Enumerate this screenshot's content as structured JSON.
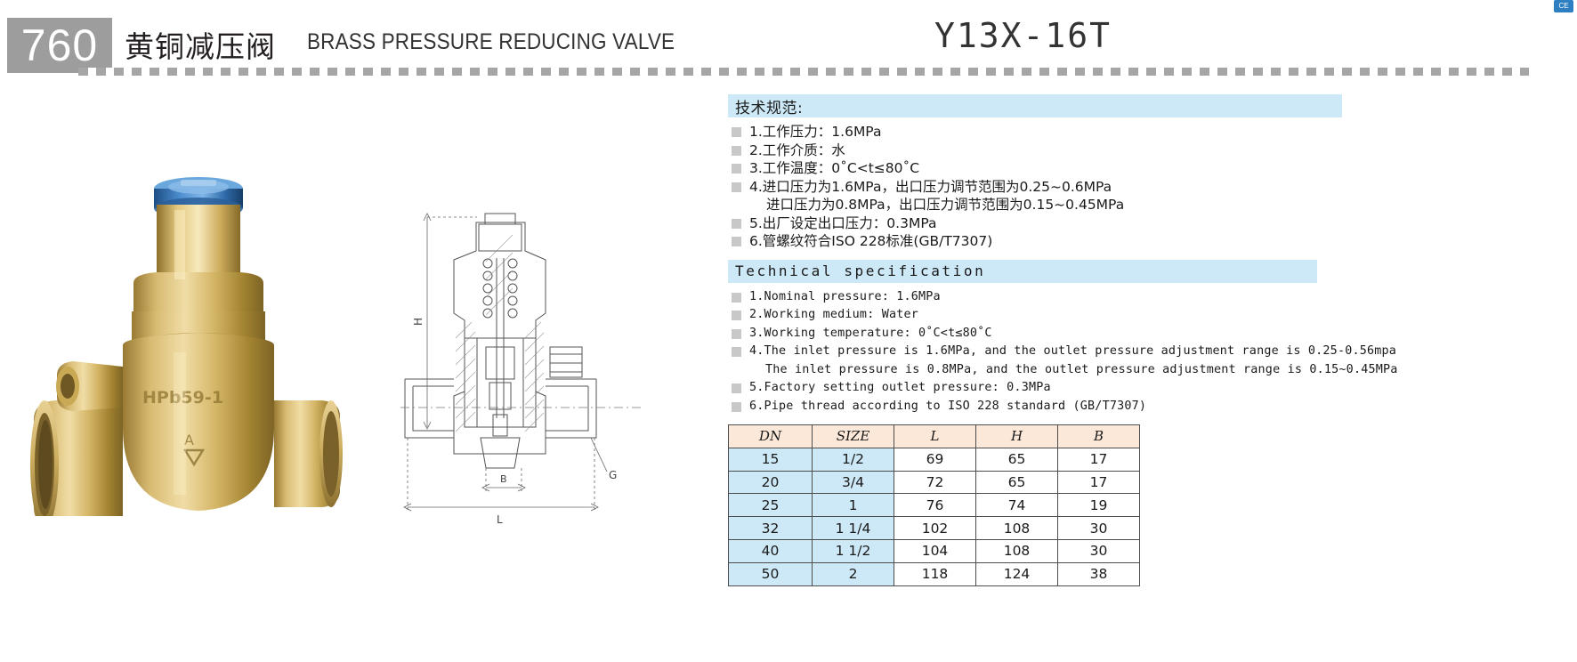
{
  "header": {
    "number": "760",
    "title_cn": "黄铜减压阀",
    "title_en": "BRASS PRESSURE REDUCING VALVE",
    "model": "Y13X-16T",
    "badge": "CE"
  },
  "spec_cn": {
    "heading": "技术规范:",
    "items": [
      {
        "text": "1.工作压力：1.6MPa"
      },
      {
        "text": "2.工作介质：水"
      },
      {
        "text": "3.工作温度：0˚C<t≤80˚C"
      },
      {
        "text": "4.进口压力为1.6MPa，出口压力调节范围为0.25~0.6MPa",
        "cont": "进口压力为0.8MPa，出口压力调节范围为0.15~0.45MPa"
      },
      {
        "text": "5.出厂设定出口压力：0.3MPa"
      },
      {
        "text": "6.管螺纹符合ISO 228标准(GB/T7307)"
      }
    ]
  },
  "spec_en": {
    "heading": "Technical specification",
    "items": [
      {
        "text": "1.Nominal pressure: 1.6MPa"
      },
      {
        "text": "2.Working medium: Water"
      },
      {
        "text": "3.Working temperature: 0˚C<t≤80˚C"
      },
      {
        "text": "4.The inlet pressure is 1.6MPa, and the outlet pressure adjustment range is 0.25-0.56mpa",
        "cont": "The inlet pressure is 0.8MPa, and the outlet pressure adjustment range is 0.15~0.45MPa"
      },
      {
        "text": "5.Factory setting outlet pressure: 0.3MPa"
      },
      {
        "text": "6.Pipe thread according to ISO 228 standard (GB/T7307)"
      }
    ]
  },
  "table": {
    "columns": [
      "DN",
      "SIZE",
      "L",
      "H",
      "B"
    ],
    "rows": [
      [
        "15",
        "1/2",
        "69",
        "65",
        "17"
      ],
      [
        "20",
        "3/4",
        "72",
        "65",
        "17"
      ],
      [
        "25",
        "1",
        "76",
        "74",
        "19"
      ],
      [
        "32",
        "1 1/4",
        "102",
        "108",
        "30"
      ],
      [
        "40",
        "1 1/2",
        "104",
        "108",
        "30"
      ],
      [
        "50",
        "2",
        "118",
        "124",
        "38"
      ]
    ]
  },
  "drawing": {
    "labels": {
      "h": "H",
      "l": "L",
      "b": "B",
      "g": "G"
    }
  },
  "photo": {
    "body_text": "HPb59-1",
    "arrow_mark": "A"
  },
  "colors": {
    "band": "#cde8f6",
    "table_header": "#fbe8d8",
    "number_box": "#9d9d9d",
    "dash": "#a6a6a6"
  }
}
